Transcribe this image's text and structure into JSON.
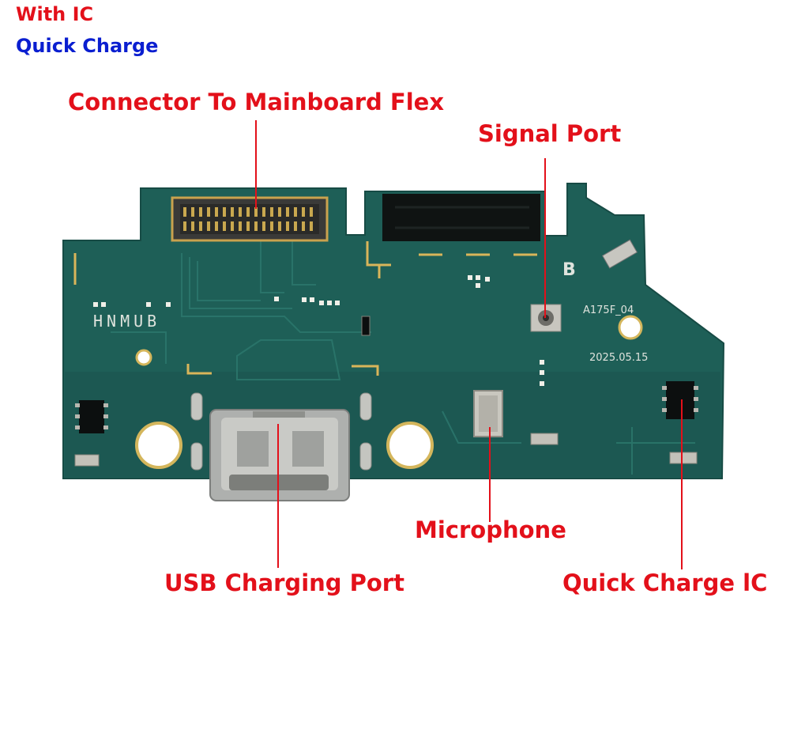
{
  "header": {
    "line1": "With IC",
    "line2": "Quick Charge"
  },
  "labels": {
    "connector": "Connector To Mainboard Flex",
    "signal": "Signal Port",
    "microphone": "Microphone",
    "usb": "USB Charging Port",
    "qc_ic": "Quick Charge lC"
  },
  "board_markings": {
    "model": "A175F_04",
    "date": "2025.05.15",
    "letters": "HNMUB",
    "corner": "B"
  },
  "colors": {
    "label_red": "#e3101a",
    "label_blue": "#0a1ed0",
    "pcb_green": "#1e5f57",
    "pcb_trace": "#2a7066",
    "gold": "#d9b55a"
  }
}
